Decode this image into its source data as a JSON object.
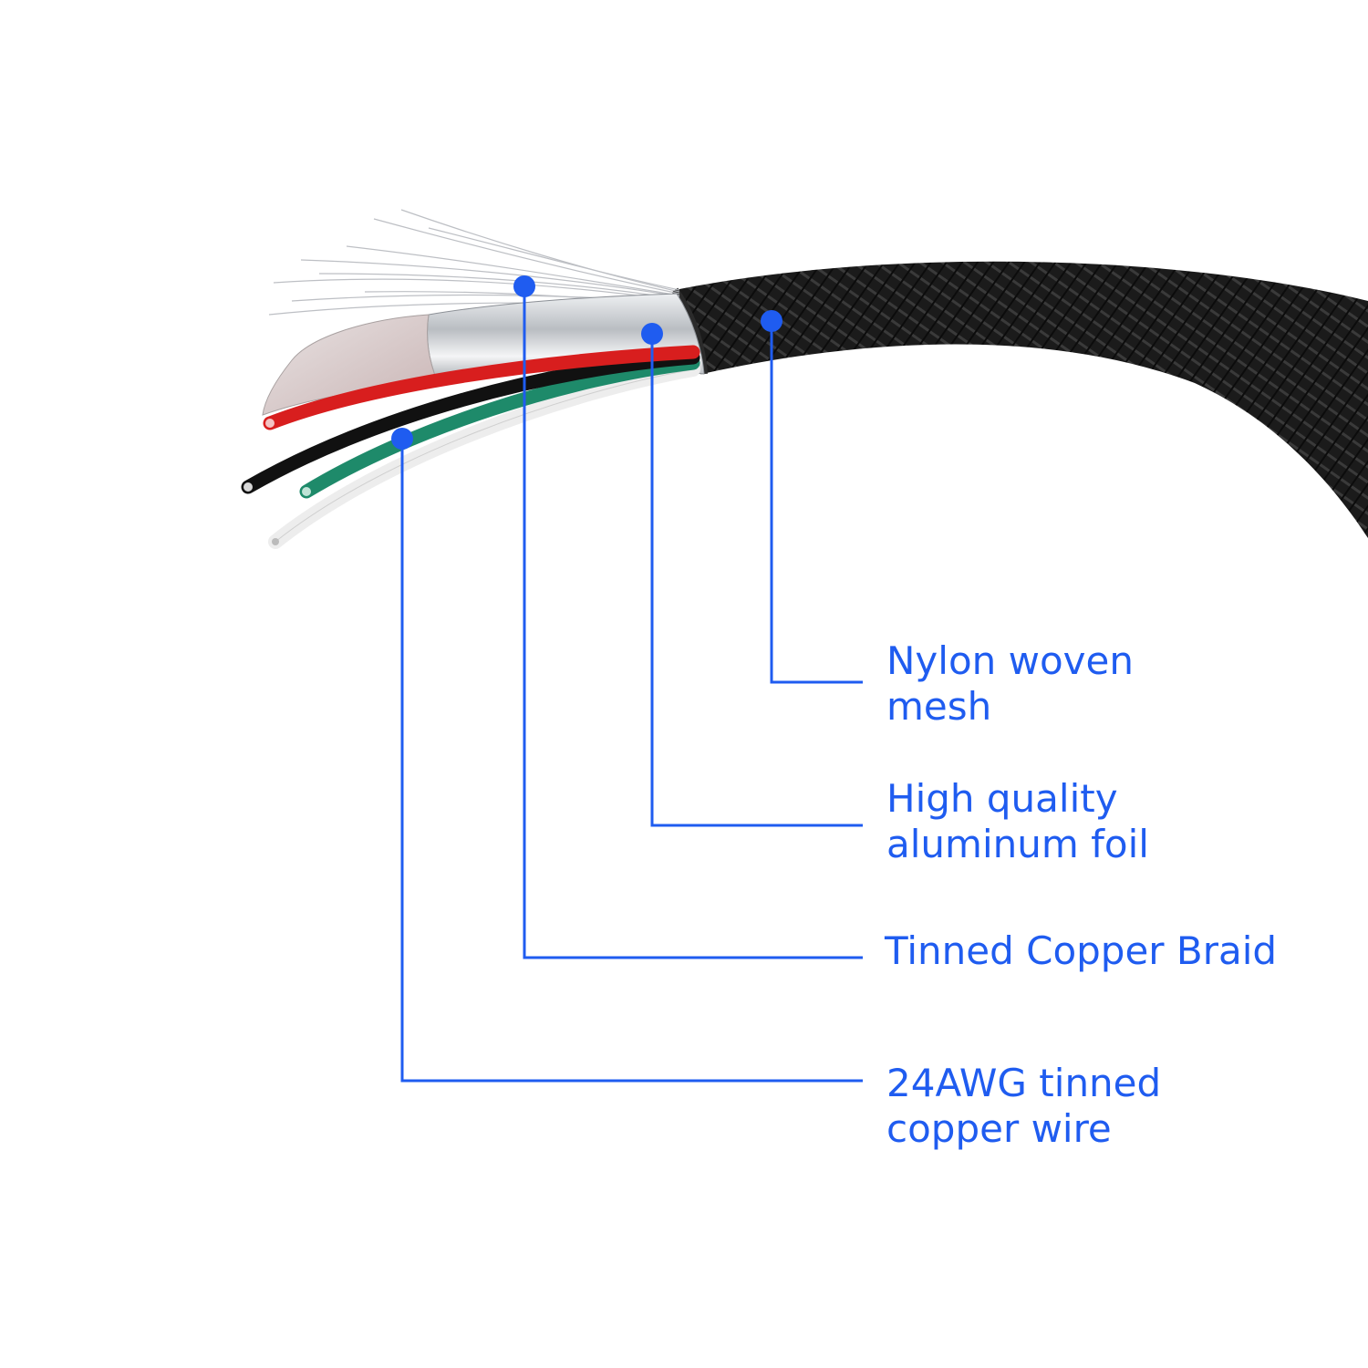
{
  "callouts": {
    "nylon": {
      "line1": "Nylon woven",
      "line2": "mesh"
    },
    "foil": {
      "line1": "High quality",
      "line2": "aluminum foil"
    },
    "braid": {
      "line1": "Tinned Copper Braid"
    },
    "wire": {
      "line1": "24AWG tinned",
      "line2": "copper wire"
    }
  },
  "colors": {
    "callout_blue": "#1f5cf0",
    "jacket_black": "#1a1a1a",
    "conductor_red": "#d81e1e",
    "conductor_green": "#1e8a6a",
    "conductor_black": "#111111",
    "conductor_white": "#f2f2f2",
    "foil_silver": "#c9ccd0"
  }
}
